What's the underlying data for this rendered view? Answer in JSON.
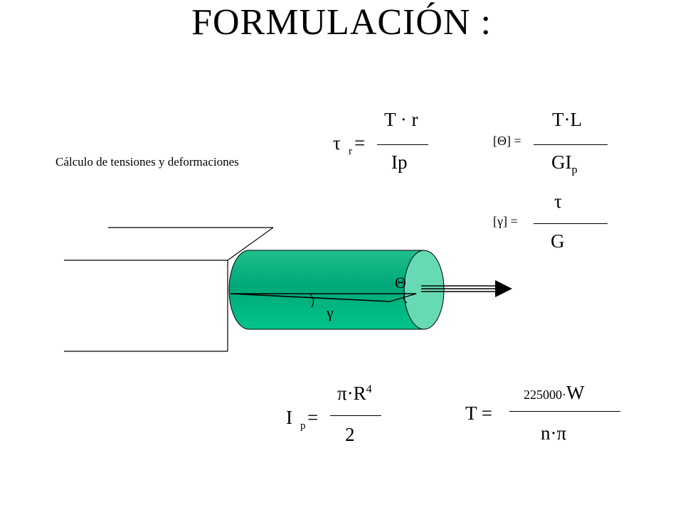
{
  "title": "FORMULACIÓN :",
  "subtitle": "Cálculo de tensiones y deformaciones",
  "formulas": {
    "shear_stress": {
      "lhs_symbol": "τ",
      "lhs_sub": "r",
      "equals": "=",
      "numerator": "T · r",
      "denominator": "Ip"
    },
    "twist_angle": {
      "lhs": "[Θ] =",
      "numerator": "T·L",
      "denominator_main": "GI",
      "denominator_sub": "p"
    },
    "shear_strain": {
      "lhs": "[γ] =",
      "numerator": "τ",
      "denominator": "G"
    },
    "polar_inertia": {
      "lhs_main": "I",
      "lhs_sub": "p",
      "equals": "=",
      "numerator_main": "π·R",
      "numerator_sup": "4",
      "denominator": "2"
    },
    "torque": {
      "lhs": "T =",
      "numerator_coef": "225000·",
      "numerator_var": "W",
      "denominator": "n·π"
    }
  },
  "diagram": {
    "theta_label": "Θ",
    "gamma_label": "γ",
    "colors": {
      "cylinder_body": "#00a878",
      "cylinder_end": "#66d9b5",
      "arrow": "#000000"
    }
  }
}
